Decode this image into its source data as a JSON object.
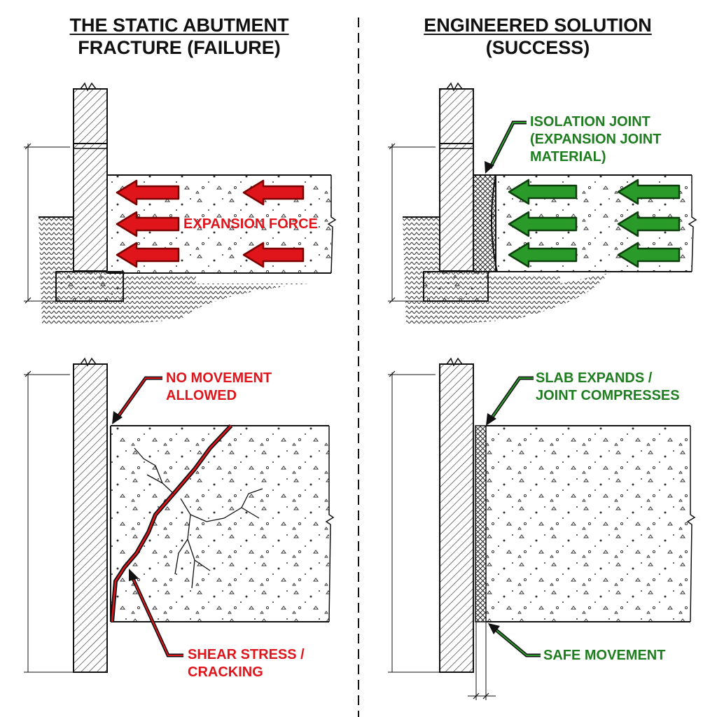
{
  "left_panel": {
    "title_line1": "THE STATIC ABUTMENT",
    "title_line2": "FRACTURE (FAILURE)",
    "force_label": "EXPANSION FORCE",
    "no_movement_label": [
      "NO MOVEMENT",
      "ALLOWED"
    ],
    "shear_label": [
      "SHEAR STRESS /",
      "CRACKING"
    ]
  },
  "right_panel": {
    "title_line1": "ENGINEERED SOLUTION",
    "title_line2": "(SUCCESS)",
    "joint_label": [
      "ISOLATION JOINT",
      "(EXPANSION JOINT",
      "MATERIAL)"
    ],
    "compress_label": [
      "SLAB EXPANDS /",
      "JOINT COMPRESSES"
    ],
    "safe_label": "SAFE MOVEMENT"
  },
  "colors": {
    "failure": "#e0141b",
    "success": "#1e7d1e",
    "linework": "#111111"
  }
}
